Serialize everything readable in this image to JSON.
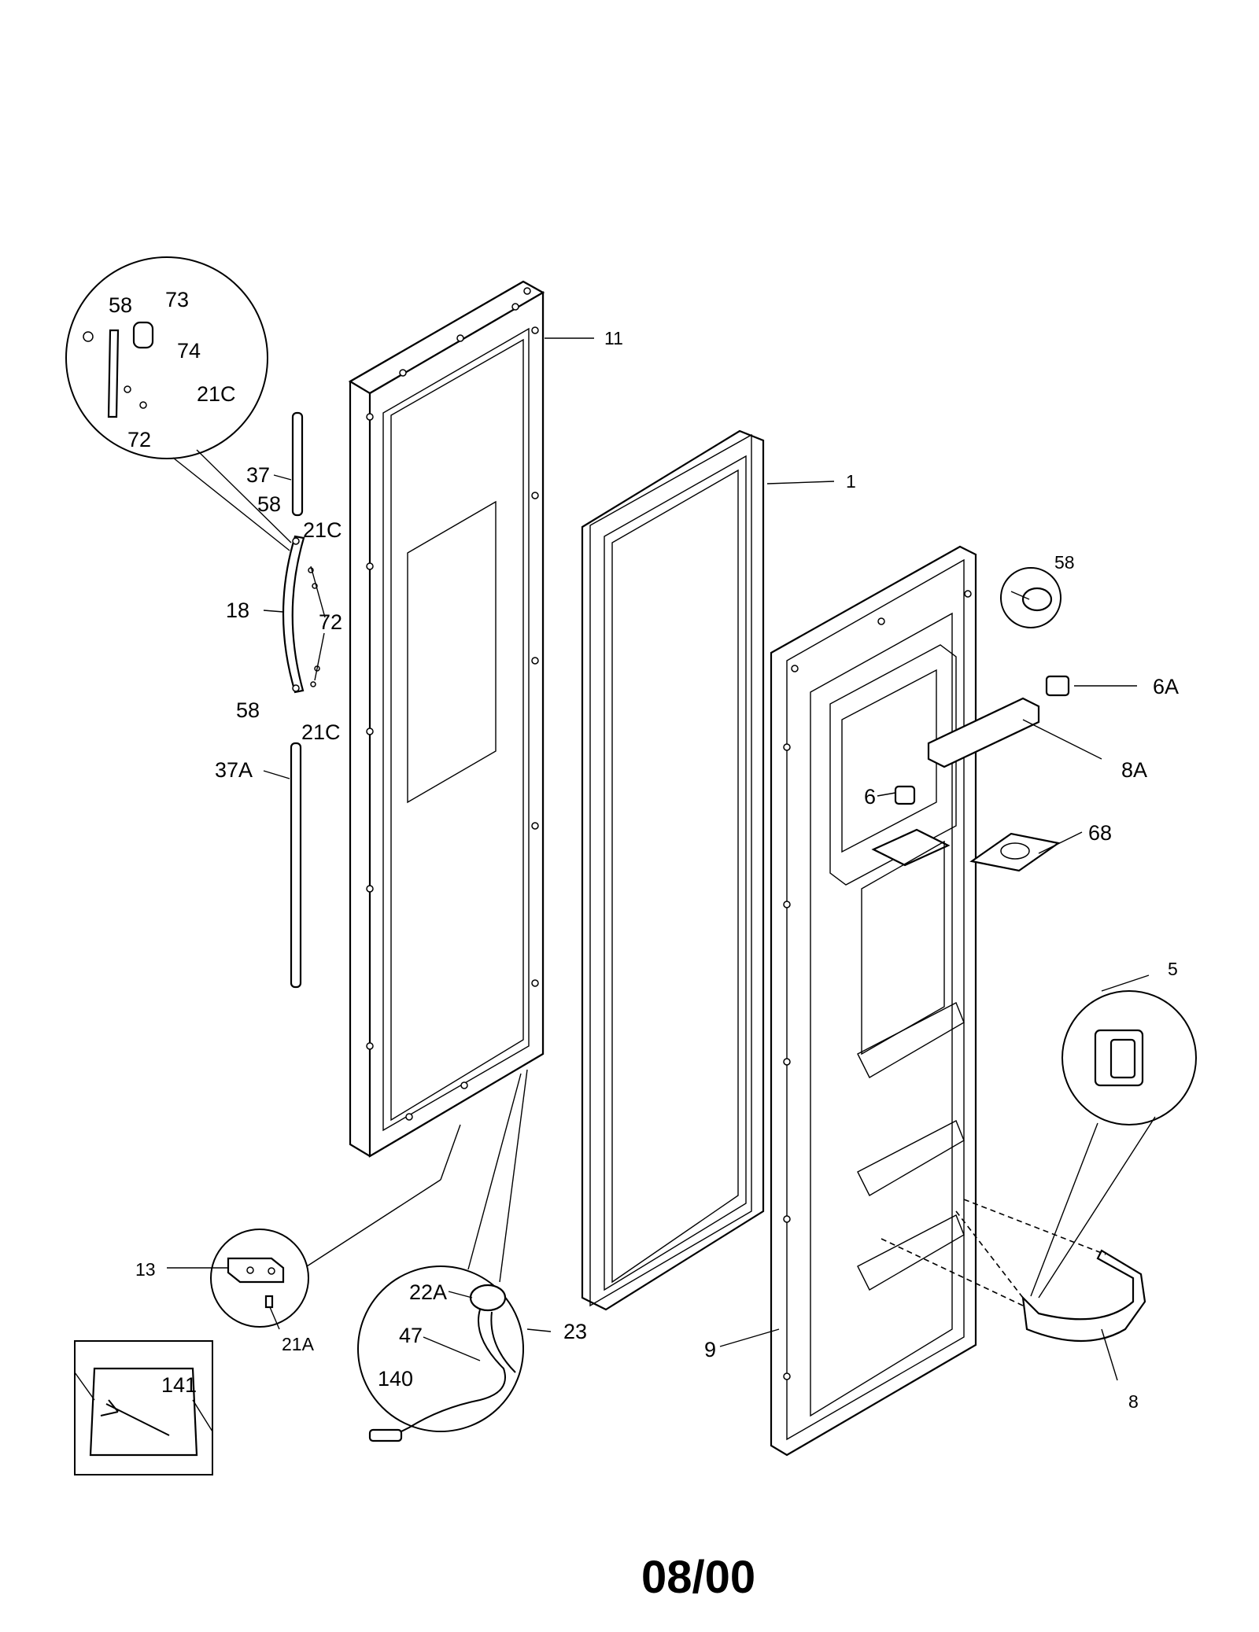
{
  "footer": {
    "code": "08/00"
  },
  "callouts": {
    "c58a": "58",
    "c73": "73",
    "c74": "74",
    "c21c_a": "21C",
    "c72a": "72",
    "c37": "37",
    "c58b": "58",
    "c21c_b": "21C",
    "c18": "18",
    "c72b": "72",
    "c58c": "58",
    "c21c_c": "21C",
    "c37a": "37A",
    "c11": "11",
    "c1": "1",
    "c58d": "58",
    "c6a": "6A",
    "c8a": "8A",
    "c6": "6",
    "c68": "68",
    "c5": "5",
    "c8": "8",
    "c9": "9",
    "c13": "13",
    "c21a": "21A",
    "c22a": "22A",
    "c23": "23",
    "c47": "47",
    "c140": "140",
    "c141": "141"
  }
}
